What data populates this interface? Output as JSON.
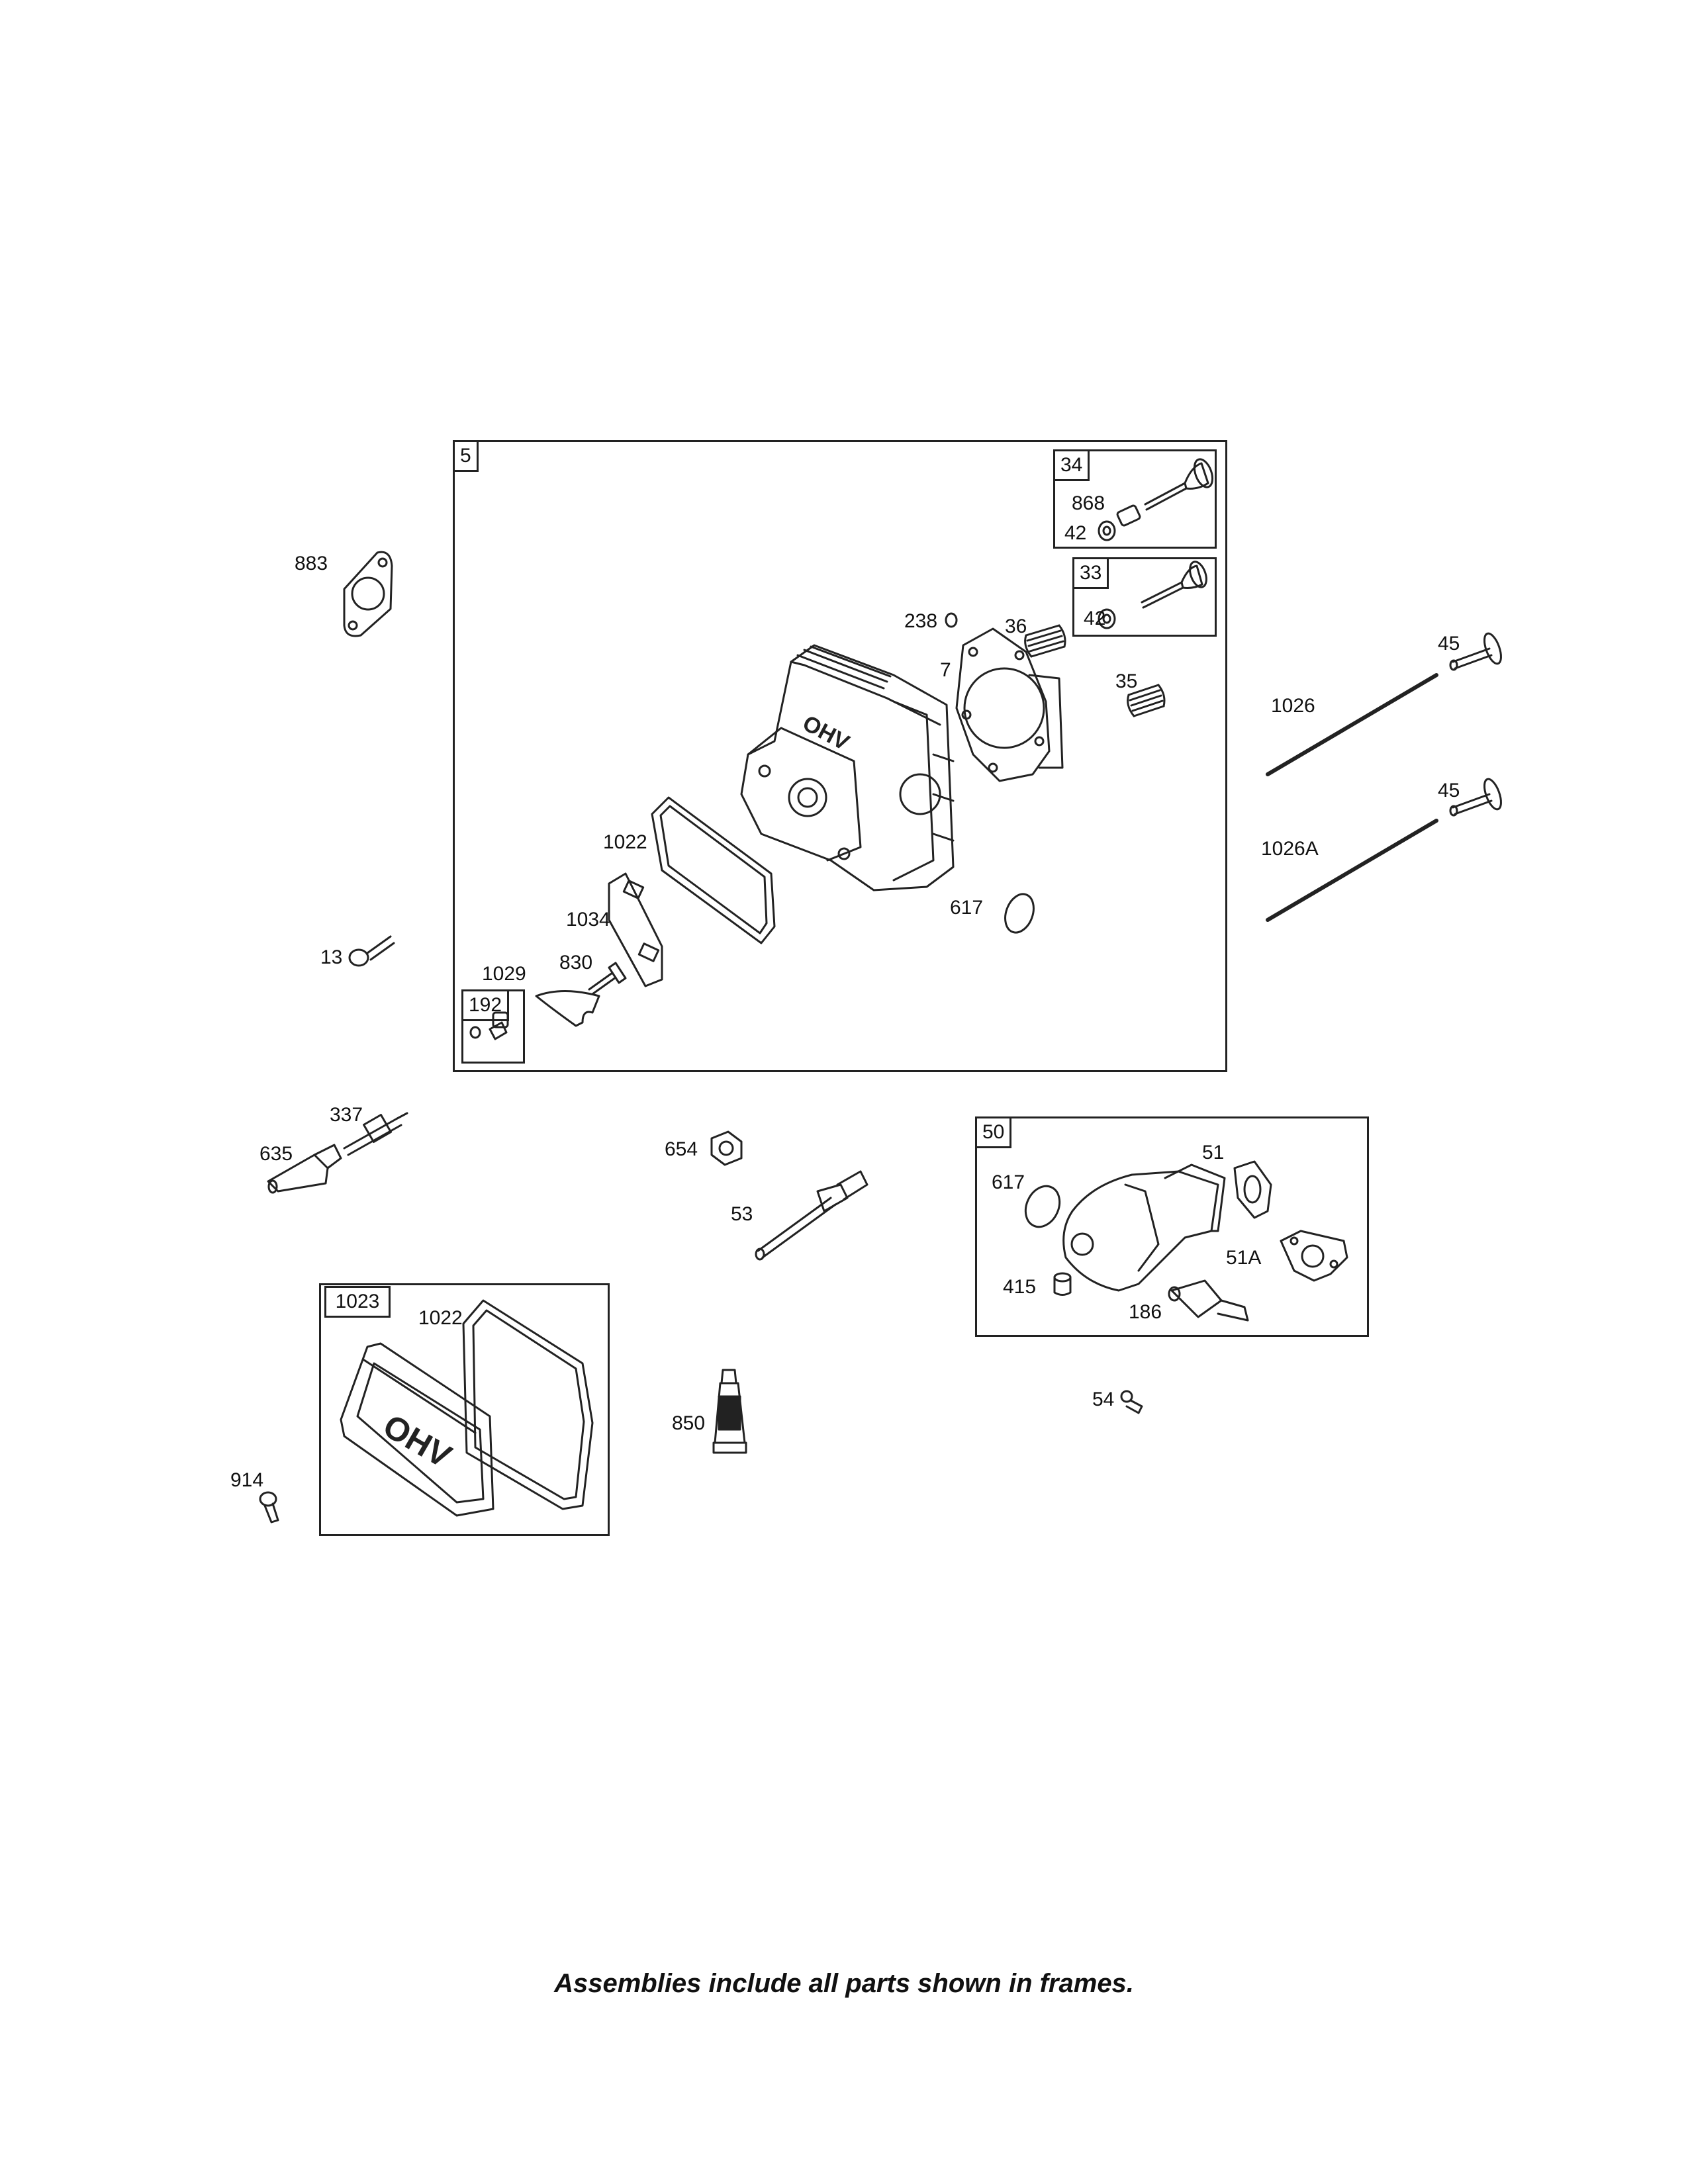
{
  "frames": {
    "f5": "5",
    "f34": "34",
    "f33": "33",
    "f192": "192",
    "f50": "50",
    "f1023": "1023"
  },
  "labels": {
    "p883": "883",
    "p868": "868",
    "p42a": "42",
    "p42b": "42",
    "p238": "238",
    "p36": "36",
    "p7": "7",
    "p35": "35",
    "p45a": "45",
    "p1026": "1026",
    "p45b": "45",
    "p1026A": "1026A",
    "p1022a": "1022",
    "p617a": "617",
    "p1034": "1034",
    "p830": "830",
    "p1029": "1029",
    "p13": "13",
    "p337": "337",
    "p635": "635",
    "p654": "654",
    "p53": "53",
    "p51": "51",
    "p617b": "617",
    "p51A": "51A",
    "p415": "415",
    "p186": "186",
    "p54": "54",
    "p1022b": "1022",
    "p850": "850",
    "p914": "914"
  },
  "note": "Assemblies include all parts shown in frames."
}
